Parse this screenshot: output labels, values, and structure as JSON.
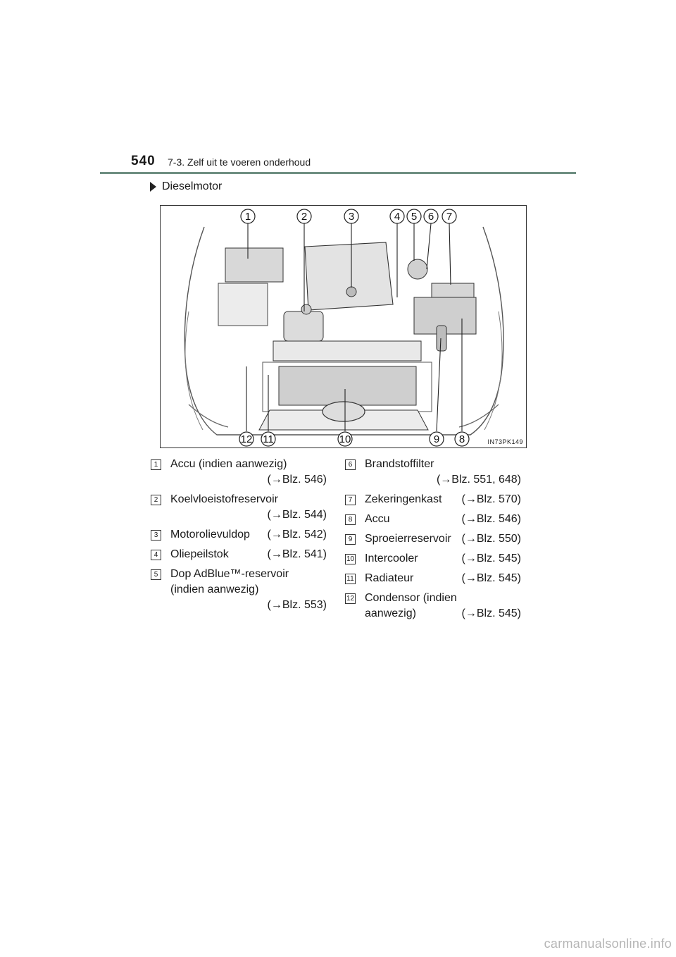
{
  "header": {
    "page_number": "540",
    "chapter": "7-3. Zelf uit te voeren onderhoud"
  },
  "section": {
    "heading": "Dieselmotor"
  },
  "figure": {
    "code": "IN73PK149",
    "callouts_top": [
      "1",
      "2",
      "3",
      "4",
      "5",
      "6",
      "7"
    ],
    "callouts_bottom": [
      "12",
      "11",
      "10",
      "9",
      "8"
    ]
  },
  "legend": {
    "left": [
      {
        "num": "1",
        "label": "Accu (indien aanwezig)",
        "ref": "(→Blz. 546)"
      },
      {
        "num": "2",
        "label": "Koelvloeistofreservoir",
        "ref": "(→Blz. 544)"
      },
      {
        "num": "3",
        "label": "Motorolievuldop",
        "ref": "(→Blz. 542)"
      },
      {
        "num": "4",
        "label": "Oliepeilstok",
        "ref": "(→Blz. 541)"
      },
      {
        "num": "5",
        "label": "Dop AdBlue™-reservoir",
        "label2": "(indien aanwezig)",
        "ref": "(→Blz. 553)"
      }
    ],
    "right": [
      {
        "num": "6",
        "label": "Brandstoffilter",
        "ref": "(→Blz. 551, 648)"
      },
      {
        "num": "7",
        "label": "Zekeringenkast",
        "ref": "(→Blz. 570)"
      },
      {
        "num": "8",
        "label": "Accu",
        "ref": "(→Blz. 546)"
      },
      {
        "num": "9",
        "label": "Sproeierreservoir",
        "ref": "(→Blz. 550)"
      },
      {
        "num": "10",
        "label": "Intercooler",
        "ref": "(→Blz. 545)"
      },
      {
        "num": "11",
        "label": "Radiateur",
        "ref": "(→Blz. 545)"
      },
      {
        "num": "12",
        "label": "Condensor (indien",
        "label2": "aanwezig)",
        "ref": "(→Blz. 545)"
      }
    ]
  },
  "watermark": "carmanualsonline.info"
}
